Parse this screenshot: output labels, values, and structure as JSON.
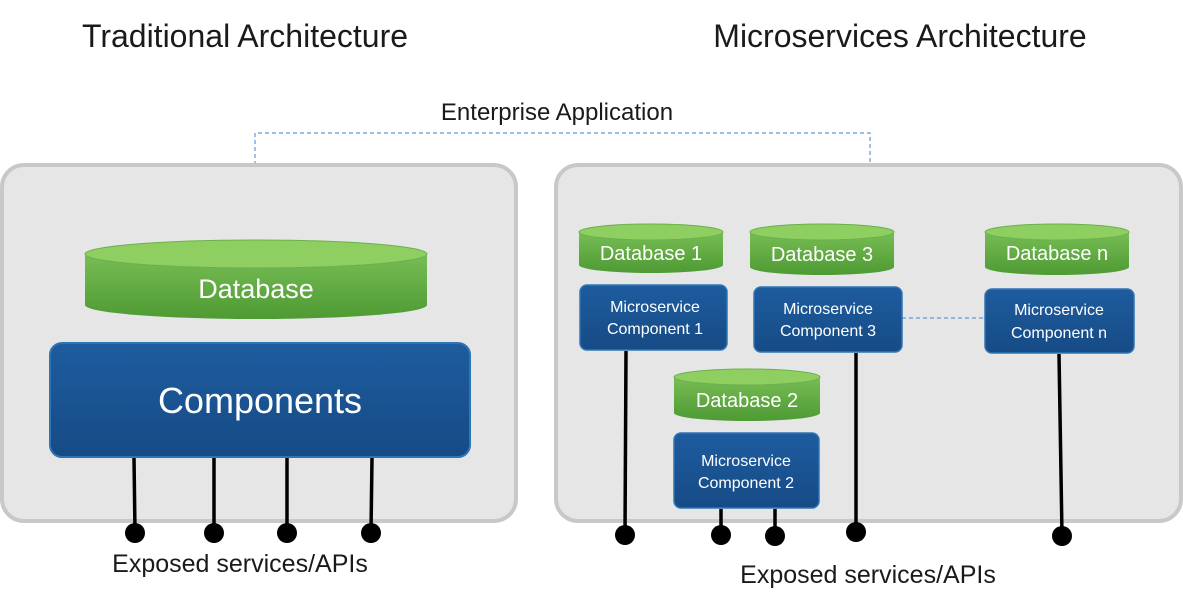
{
  "titles": {
    "traditional": "Traditional Architecture",
    "microservices": "Microservices Architecture"
  },
  "enterprise_label": "Enterprise Application",
  "traditional": {
    "database": "Database",
    "components": "Components",
    "exposed_label": "Exposed services/APIs"
  },
  "microservices": {
    "db1": "Database 1",
    "db2": "Database 2",
    "db3": "Database 3",
    "dbn": "Database n",
    "ms1": [
      "Microservice",
      "Component 1"
    ],
    "ms2": [
      "Microservice",
      "Component 2"
    ],
    "ms3": [
      "Microservice",
      "Component 3"
    ],
    "msn": [
      "Microservice",
      "Component n"
    ],
    "exposed_label": "Exposed services/APIs"
  },
  "colors": {
    "panel_fill": "#e6e6e6",
    "panel_border": "#c8c8c8",
    "component_blue": "#1b5596",
    "component_border": "#2e75b6",
    "database_green": "#6ab04c",
    "database_top": "#8fcf62",
    "connector_dashed": "#5b9bd5"
  }
}
